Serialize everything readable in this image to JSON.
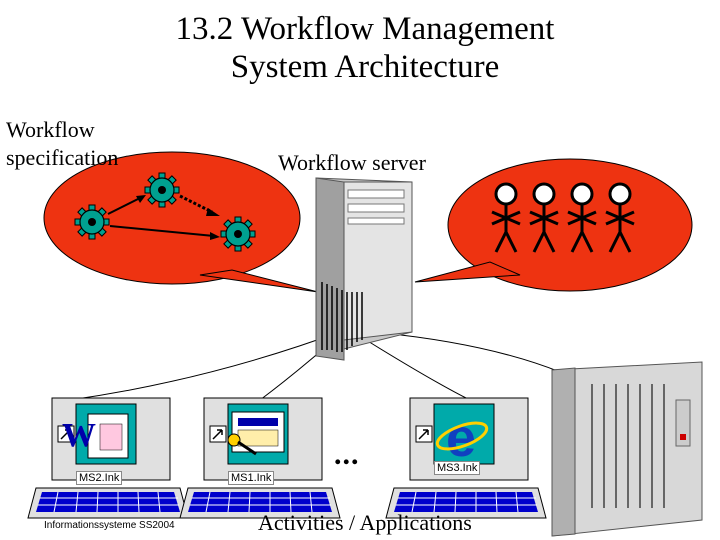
{
  "title_line1": "13.2 Workflow Management",
  "title_line2": "System Architecture",
  "labels": {
    "spec_line1": "Workflow",
    "spec_line2": "specification",
    "server": "Workflow server",
    "activities": "Activities / Applications",
    "footer": "Informationssysteme SS2004",
    "ellipsis": "..."
  },
  "workstations": [
    {
      "label": "MS2.Ink",
      "app_icon": "word-icon"
    },
    {
      "label": "MS1.Ink",
      "app_icon": "document-key-icon"
    },
    {
      "label": "MS3.Ink",
      "app_icon": "internet-explorer-icon"
    }
  ],
  "colors": {
    "bubble": "#ee3311",
    "gear": "#00a090",
    "screen_bg": "#00aaaa",
    "server_body": "#c8c8c8"
  }
}
